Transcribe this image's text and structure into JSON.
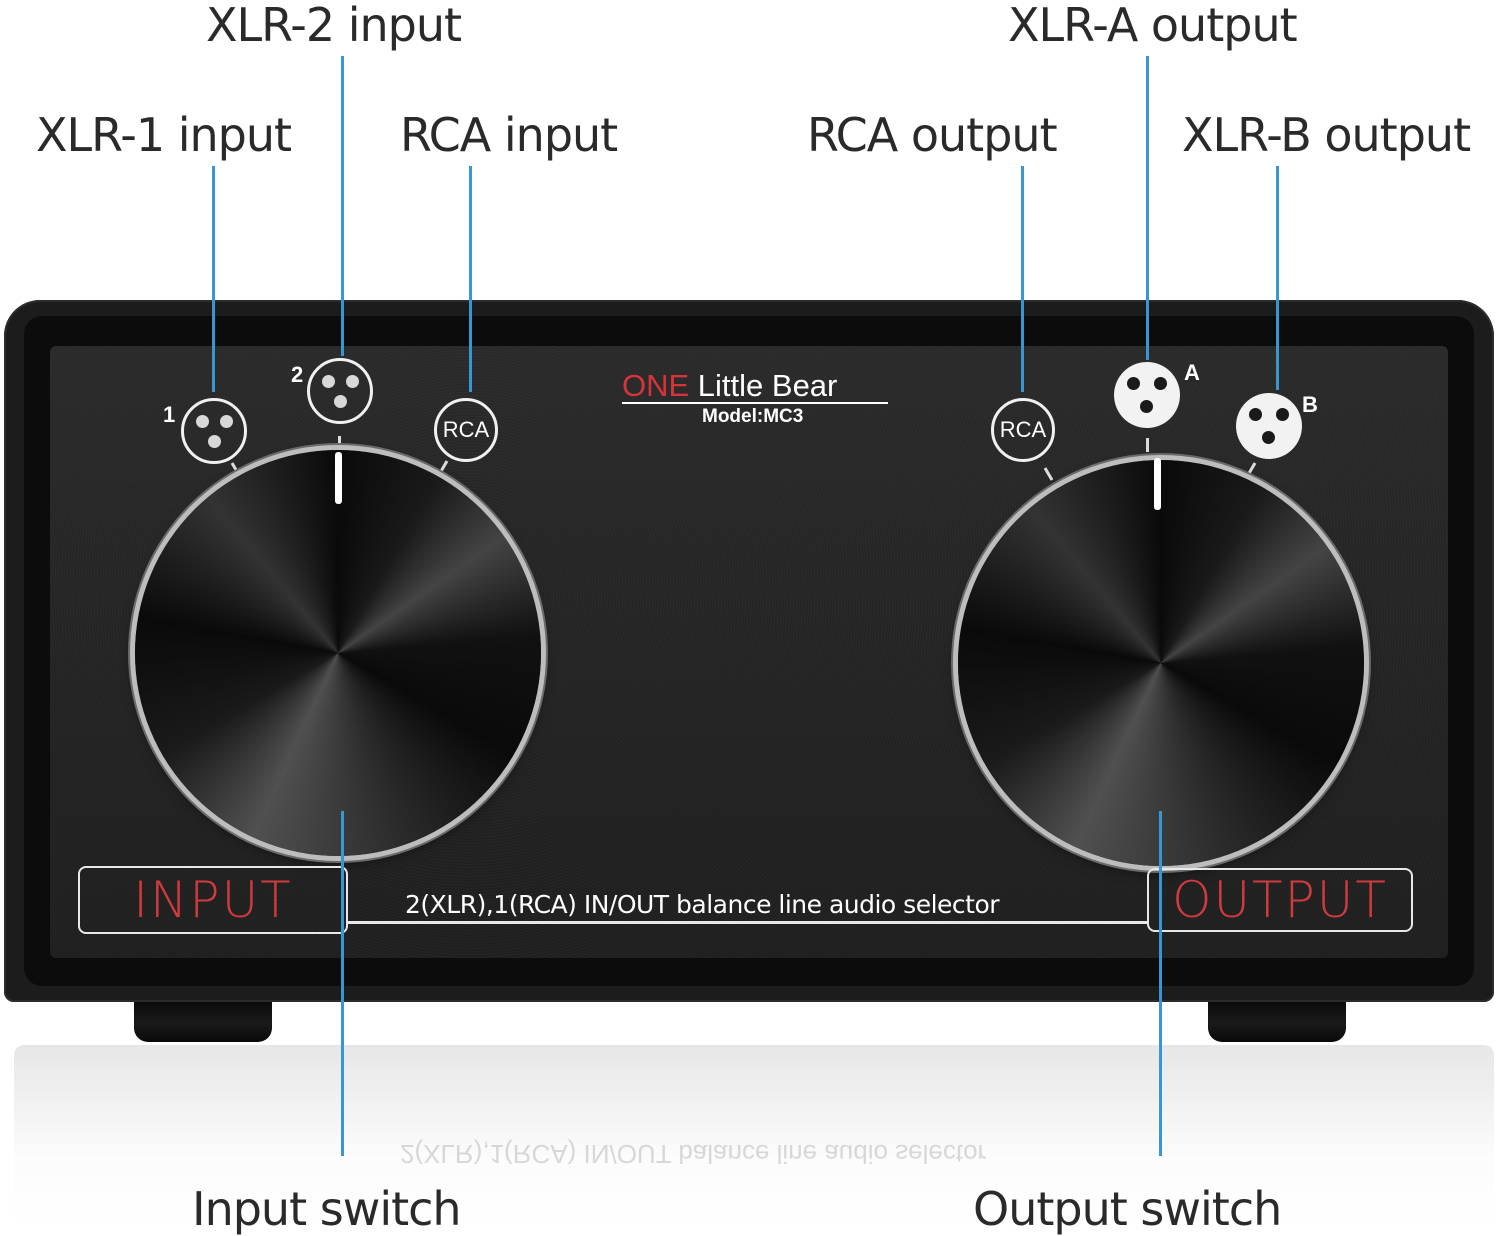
{
  "callouts": {
    "xlr2_input": "XLR-2 input",
    "xlr1_input": "XLR-1 input",
    "rca_input": "RCA input",
    "xlra_output": "XLR-A output",
    "rca_output": "RCA output",
    "xlrb_output": "XLR-B output",
    "input_switch": "Input switch",
    "output_switch": "Output switch"
  },
  "device": {
    "brand_one": "ONE",
    "brand_rest": " Little Bear",
    "model": "Model:MC3",
    "description": "2(XLR),1(RCA) IN/OUT balance line audio selector",
    "input_label": "INPUT",
    "output_label": "OUTPUT",
    "ports": {
      "input_1": "1",
      "input_2": "2",
      "rca_in": "RCA",
      "rca_out": "RCA",
      "output_a": "A",
      "output_b": "B"
    }
  },
  "colors": {
    "leader_line": "#3b94d4",
    "brand_red": "#d6333a",
    "label_red": "#d13a3f",
    "chassis": "#1c1c1c"
  }
}
